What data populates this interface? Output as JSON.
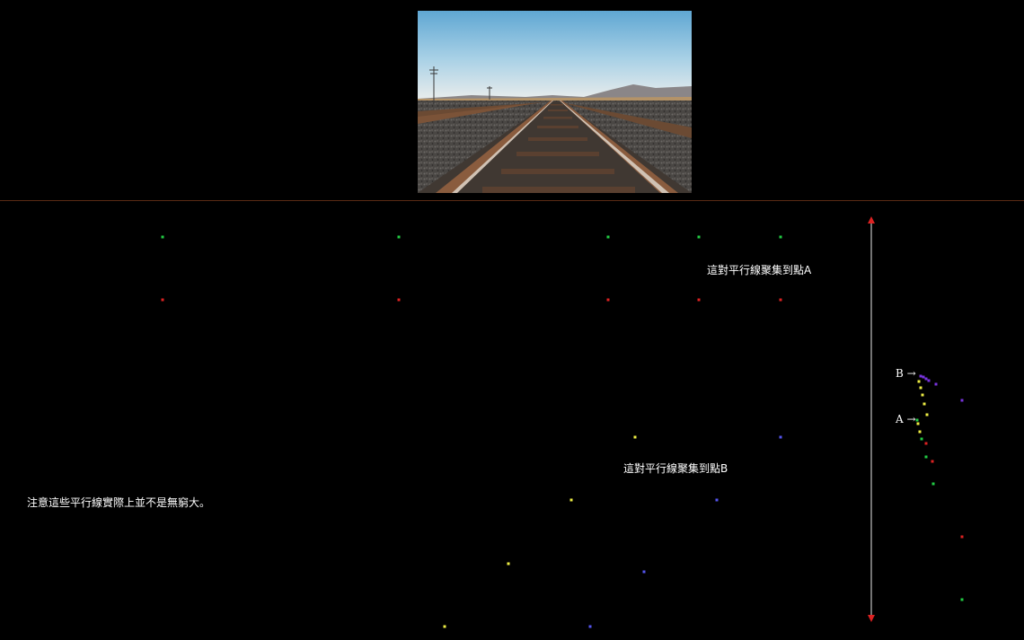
{
  "labels": {
    "converge_a": "這對平行線聚集到點A",
    "converge_b": "這對平行線聚集到點B",
    "note": "注意這些平行線實際上並不是無窮大。",
    "point_a": "A →",
    "point_b": "B →"
  },
  "colors": {
    "background": "#000000",
    "divider": "#5a2a14",
    "green": "#22cc44",
    "red": "#dd2222",
    "yellow": "#eeee44",
    "blue": "#5555ee",
    "purple": "#7733dd",
    "axis": "#9a9a9a",
    "arrow": "#dd2222"
  }
}
